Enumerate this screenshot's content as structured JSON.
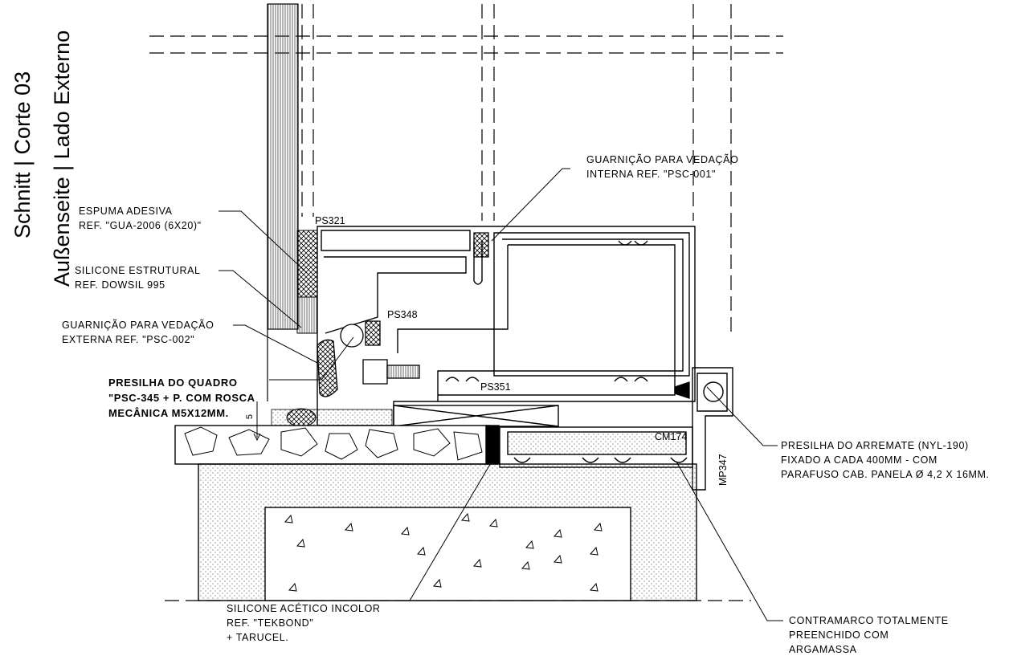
{
  "title": {
    "line1": "Schnitt | Corte 03",
    "line2": "Außenseite | Lado Externo"
  },
  "labels": {
    "espuma": [
      "ESPUMA ADESIVA",
      "REF. \"GUA-2006 (6X20)\""
    ],
    "silicone_estrutural": [
      "SILICONE ESTRUTURAL",
      "REF.  DOWSIL 995"
    ],
    "guarnicao_externa": [
      "GUARNIÇÃO PARA VEDAÇÃO",
      "EXTERNA REF. \"PSC-002\""
    ],
    "presilha_quadro": [
      "PRESILHA DO QUADRO",
      "\"PSC-345 + P. COM ROSCA",
      "MECÂNICA M5X12MM."
    ],
    "guarnicao_interna": [
      "GUARNIÇÃO PARA VEDAÇÃO",
      "INTERNA REF. \"PSC-001\""
    ],
    "presilha_arremate": [
      "PRESILHA DO ARREMATE (NYL-190)",
      "FIXADO A CADA 400MM - COM",
      "PARAFUSO CAB. PANELA Ø 4,2 X 16MM."
    ],
    "contramarco": [
      "CONTRAMARCO TOTALMENTE",
      "PREENCHIDO COM",
      "ARGAMASSA"
    ],
    "silicone_acetico": [
      "SILICONE ACÉTICO INCOLOR",
      "REF. \"TEKBOND\"",
      "+ TARUCEL."
    ]
  },
  "profiles": {
    "ps321": "PS321",
    "ps348": "PS348",
    "ps351": "PS351",
    "cm174": "CM174",
    "mp347": "MP347"
  },
  "dimension": "5"
}
